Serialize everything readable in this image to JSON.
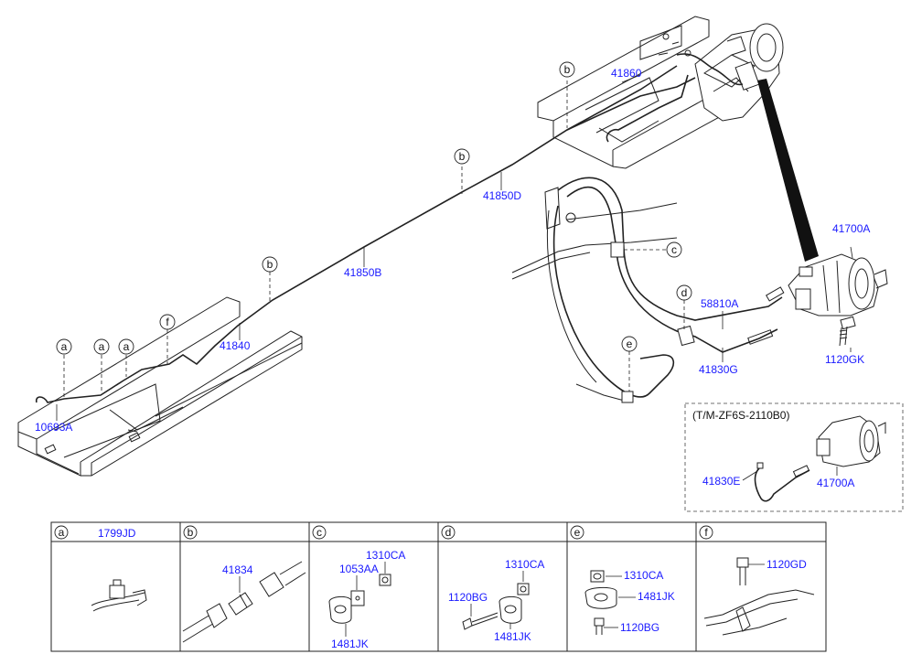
{
  "diagram": {
    "main_labels": {
      "p41860": "41860",
      "p41850D": "41850D",
      "p41850B": "41850B",
      "p41840": "41840",
      "p10693A": "10693A",
      "p58810A": "58810A",
      "p41830G": "41830G",
      "p41700A": "41700A",
      "p1120GK": "1120GK"
    },
    "callouts": {
      "a": "a",
      "b": "b",
      "c": "c",
      "d": "d",
      "e": "e",
      "f": "f"
    },
    "inset": {
      "title": "(T/M-ZF6S-2110B0)",
      "p41830E": "41830E",
      "p41700A": "41700A"
    },
    "table": {
      "cells": [
        {
          "letter": "a",
          "header_part": "1799JD",
          "parts": []
        },
        {
          "letter": "b",
          "header_part": "",
          "parts": [
            "41834"
          ]
        },
        {
          "letter": "c",
          "header_part": "",
          "parts": [
            "1310CA",
            "1053AA",
            "1481JK"
          ]
        },
        {
          "letter": "d",
          "header_part": "",
          "parts": [
            "1310CA",
            "1120BG",
            "1481JK"
          ]
        },
        {
          "letter": "e",
          "header_part": "",
          "parts": [
            "1310CA",
            "1481JK",
            "1120BG"
          ]
        },
        {
          "letter": "f",
          "header_part": "",
          "parts": [
            "1120GD"
          ]
        }
      ]
    }
  }
}
